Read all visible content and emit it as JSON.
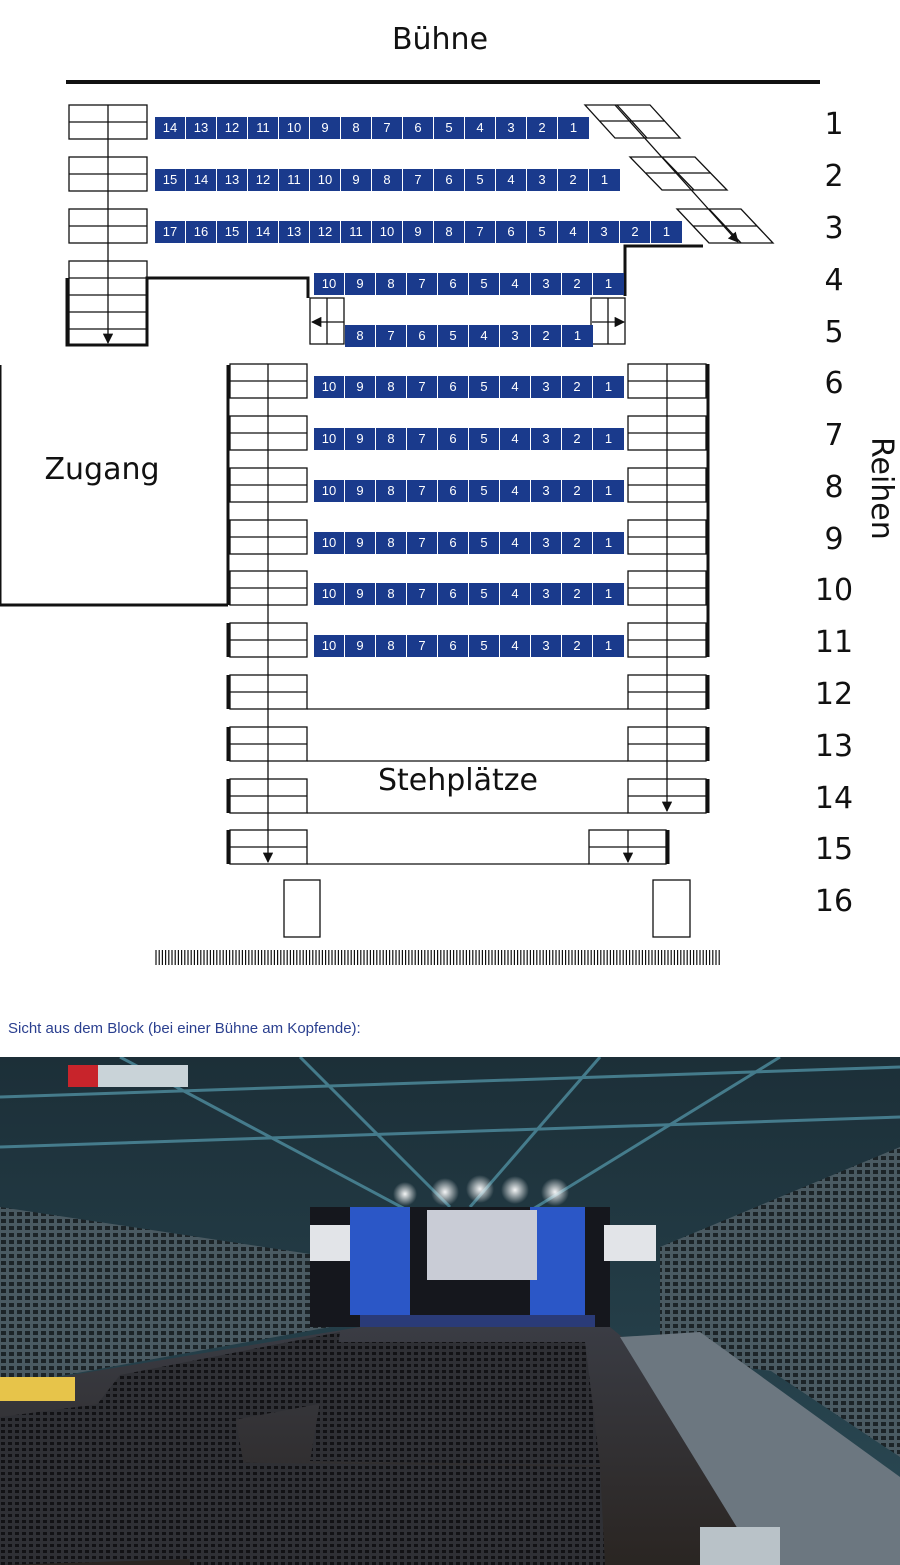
{
  "stage_label": "Bühne",
  "rows_label": "Reihen",
  "entrance_label": "Zugang",
  "standing_label": "Stehplätze",
  "row_numbers": [
    "1",
    "2",
    "3",
    "4",
    "5",
    "6",
    "7",
    "8",
    "9",
    "10",
    "11",
    "12",
    "13",
    "14",
    "15",
    "16"
  ],
  "seat_rows": [
    {
      "row": "1",
      "seats": [
        "14",
        "13",
        "12",
        "11",
        "10",
        "9",
        "8",
        "7",
        "6",
        "5",
        "4",
        "3",
        "2",
        "1"
      ]
    },
    {
      "row": "2",
      "seats": [
        "15",
        "14",
        "13",
        "12",
        "11",
        "10",
        "9",
        "8",
        "7",
        "6",
        "5",
        "4",
        "3",
        "2",
        "1"
      ]
    },
    {
      "row": "3",
      "seats": [
        "17",
        "16",
        "15",
        "14",
        "13",
        "12",
        "11",
        "10",
        "9",
        "8",
        "7",
        "6",
        "5",
        "4",
        "3",
        "2",
        "1"
      ]
    },
    {
      "row": "4",
      "seats": [
        "10",
        "9",
        "8",
        "7",
        "6",
        "5",
        "4",
        "3",
        "2",
        "1"
      ]
    },
    {
      "row": "5",
      "seats": [
        "8",
        "7",
        "6",
        "5",
        "4",
        "3",
        "2",
        "1"
      ]
    },
    {
      "row": "6",
      "seats": [
        "10",
        "9",
        "8",
        "7",
        "6",
        "5",
        "4",
        "3",
        "2",
        "1"
      ]
    },
    {
      "row": "7",
      "seats": [
        "10",
        "9",
        "8",
        "7",
        "6",
        "5",
        "4",
        "3",
        "2",
        "1"
      ]
    },
    {
      "row": "8",
      "seats": [
        "10",
        "9",
        "8",
        "7",
        "6",
        "5",
        "4",
        "3",
        "2",
        "1"
      ]
    },
    {
      "row": "9",
      "seats": [
        "10",
        "9",
        "8",
        "7",
        "6",
        "5",
        "4",
        "3",
        "2",
        "1"
      ]
    },
    {
      "row": "10",
      "seats": [
        "10",
        "9",
        "8",
        "7",
        "6",
        "5",
        "4",
        "3",
        "2",
        "1"
      ]
    },
    {
      "row": "11",
      "seats": [
        "10",
        "9",
        "8",
        "7",
        "6",
        "5",
        "4",
        "3",
        "2",
        "1"
      ]
    }
  ],
  "caption": "Sicht aus dem Block (bei einer Bühne am Kopfende):",
  "colors": {
    "seat_fill": "#1a3a8c",
    "caption_text": "#2a3f8f"
  }
}
